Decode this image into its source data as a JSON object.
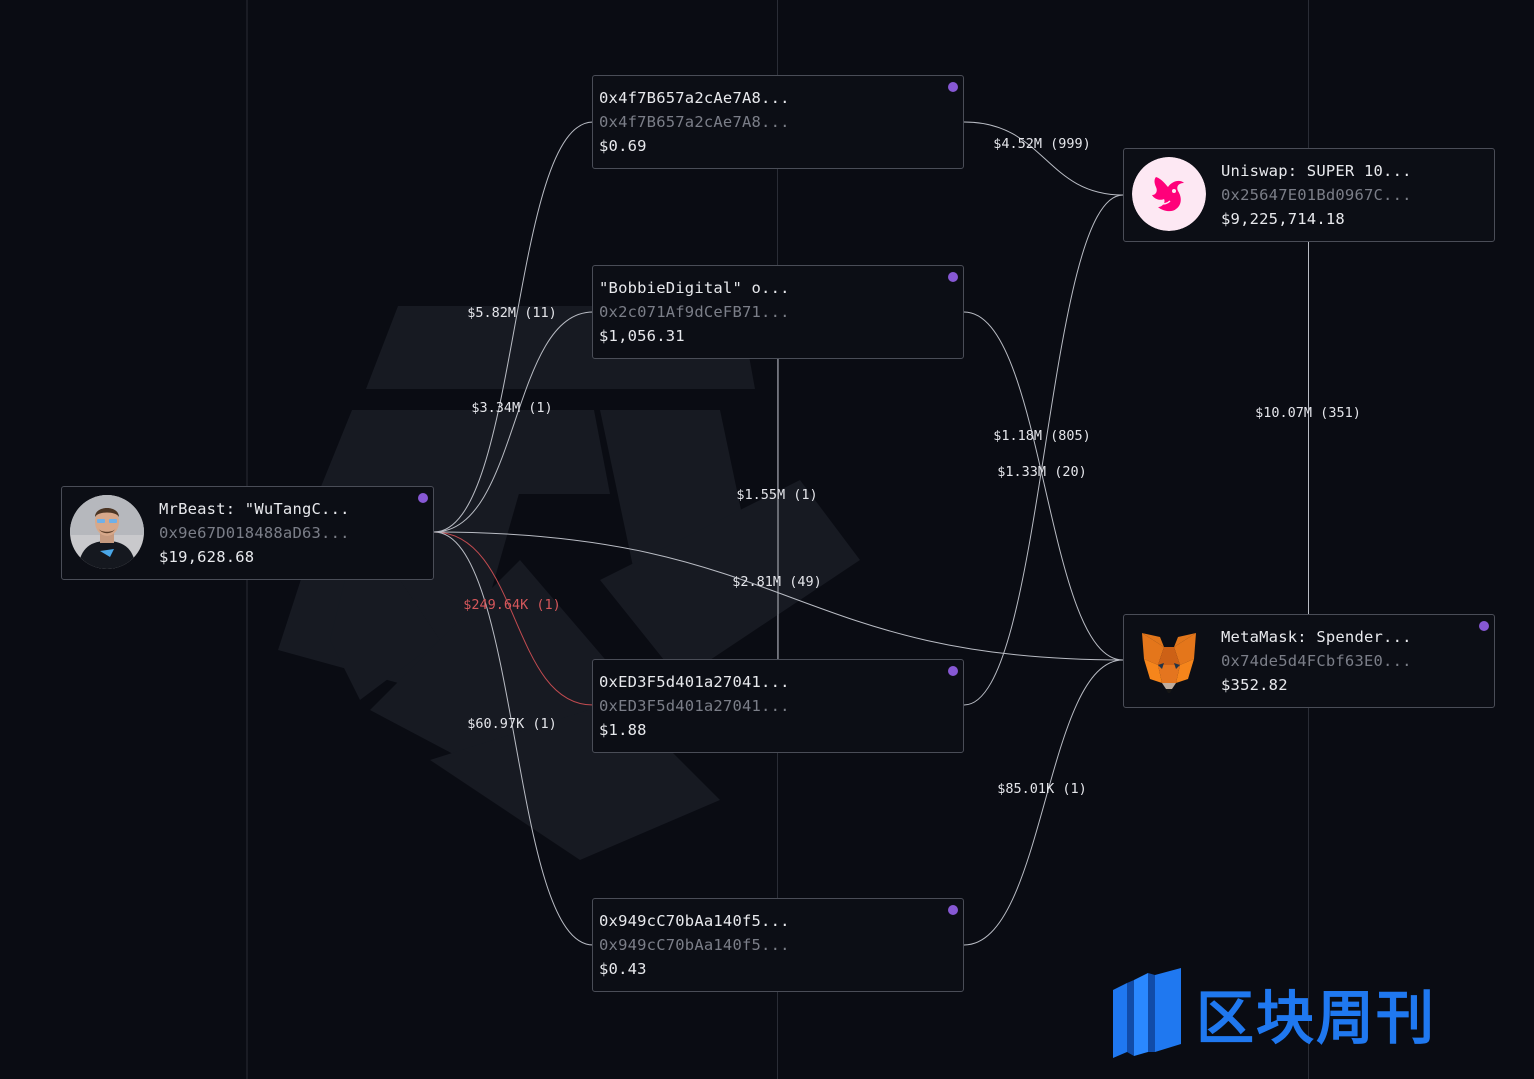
{
  "colors": {
    "background": "#0a0c13",
    "node_border": "#4a4d57",
    "dot": "#8758d4",
    "edge": "#b9bcc4",
    "edge_red": "#c24b50",
    "label_red": "#d4575b",
    "watermark_blue": "#1f78f0"
  },
  "nodes": {
    "mrbeast": {
      "name": "MrBeast: \"WuTangC...",
      "address": "0x9e67D018488aD63...",
      "balance": "$19,628.68",
      "icon": "mrbeast-avatar"
    },
    "addr1": {
      "name": "0x4f7B657a2cAe7A8...",
      "address": "0x4f7B657a2cAe7A8...",
      "balance": "$0.69"
    },
    "bobbie": {
      "name": "\"BobbieDigital\" o...",
      "address": "0x2c071Af9dCeFB71...",
      "balance": "$1,056.31"
    },
    "addr3": {
      "name": "0xED3F5d401a27041...",
      "address": "0xED3F5d401a27041...",
      "balance": "$1.88"
    },
    "addr4": {
      "name": "0x949cC70bAa140f5...",
      "address": "0x949cC70bAa140f5...",
      "balance": "$0.43"
    },
    "uniswap": {
      "name": "Uniswap: SUPER 10...",
      "address": "0x25647E01Bd0967C...",
      "balance": "$9,225,714.18",
      "icon": "uniswap-unicorn-logo"
    },
    "metamask": {
      "name": "MetaMask: Spender...",
      "address": "0x74de5d4FCbf63E0...",
      "balance": "$352.82",
      "icon": "metamask-fox-logo"
    }
  },
  "edge_labels": {
    "mrbeast_addr1": "$5.82M (11)",
    "mrbeast_bobbie": "$3.34M (1)",
    "mrbeast_addr3": "$249.64K (1)",
    "mrbeast_addr4": "$60.97K (1)",
    "mrbeast_metamask": "$2.81M (49)",
    "addr1_uniswap": "$4.52M (999)",
    "bobbie_metamask": "$1.18M (805)",
    "addr3_uniswap": "$1.33M (20)",
    "bobbie_addr3": "$1.55M (1)",
    "uniswap_metamask": "$10.07M (351)",
    "addr4_metamask": "$85.01K (1)"
  },
  "watermark": {
    "text": "区块周刊"
  }
}
